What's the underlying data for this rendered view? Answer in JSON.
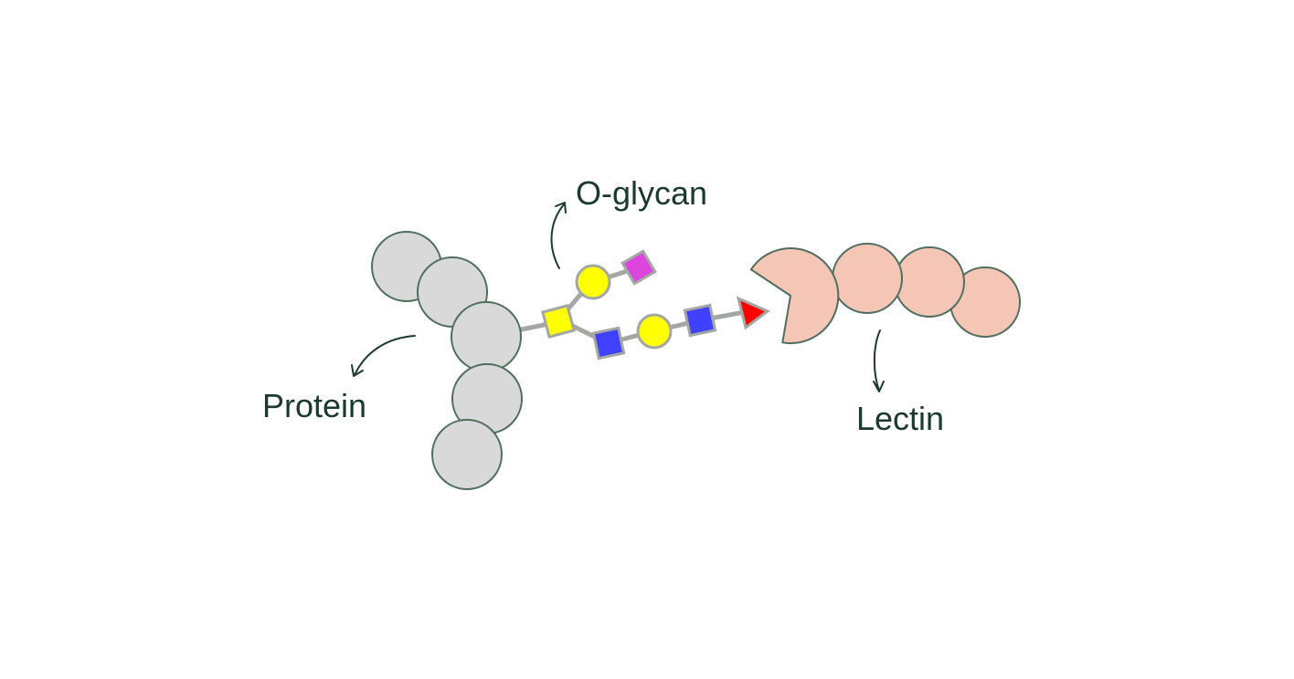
{
  "labels": {
    "oglycan": "O-glycan",
    "protein": "Protein",
    "lectin": "Lectin"
  },
  "colors": {
    "background": "#ffffff",
    "protein_fill": "#d9d9d9",
    "protein_stroke": "#4f6e5e",
    "lectin_fill": "#f5c6b6",
    "lectin_stroke": "#4f6e5e",
    "bond": "#a3a8a5",
    "galnac_yellow_square": "#ffff00",
    "galactose_yellow_circle": "#ffff00",
    "sialic_acid_purple_diamond": "#dd44dd",
    "glcnac_blue_square": "#4040ff",
    "fucose_red_triangle": "#ff0000",
    "label_text": "#1c3a2c",
    "arrow": "#1c3a2c"
  }
}
